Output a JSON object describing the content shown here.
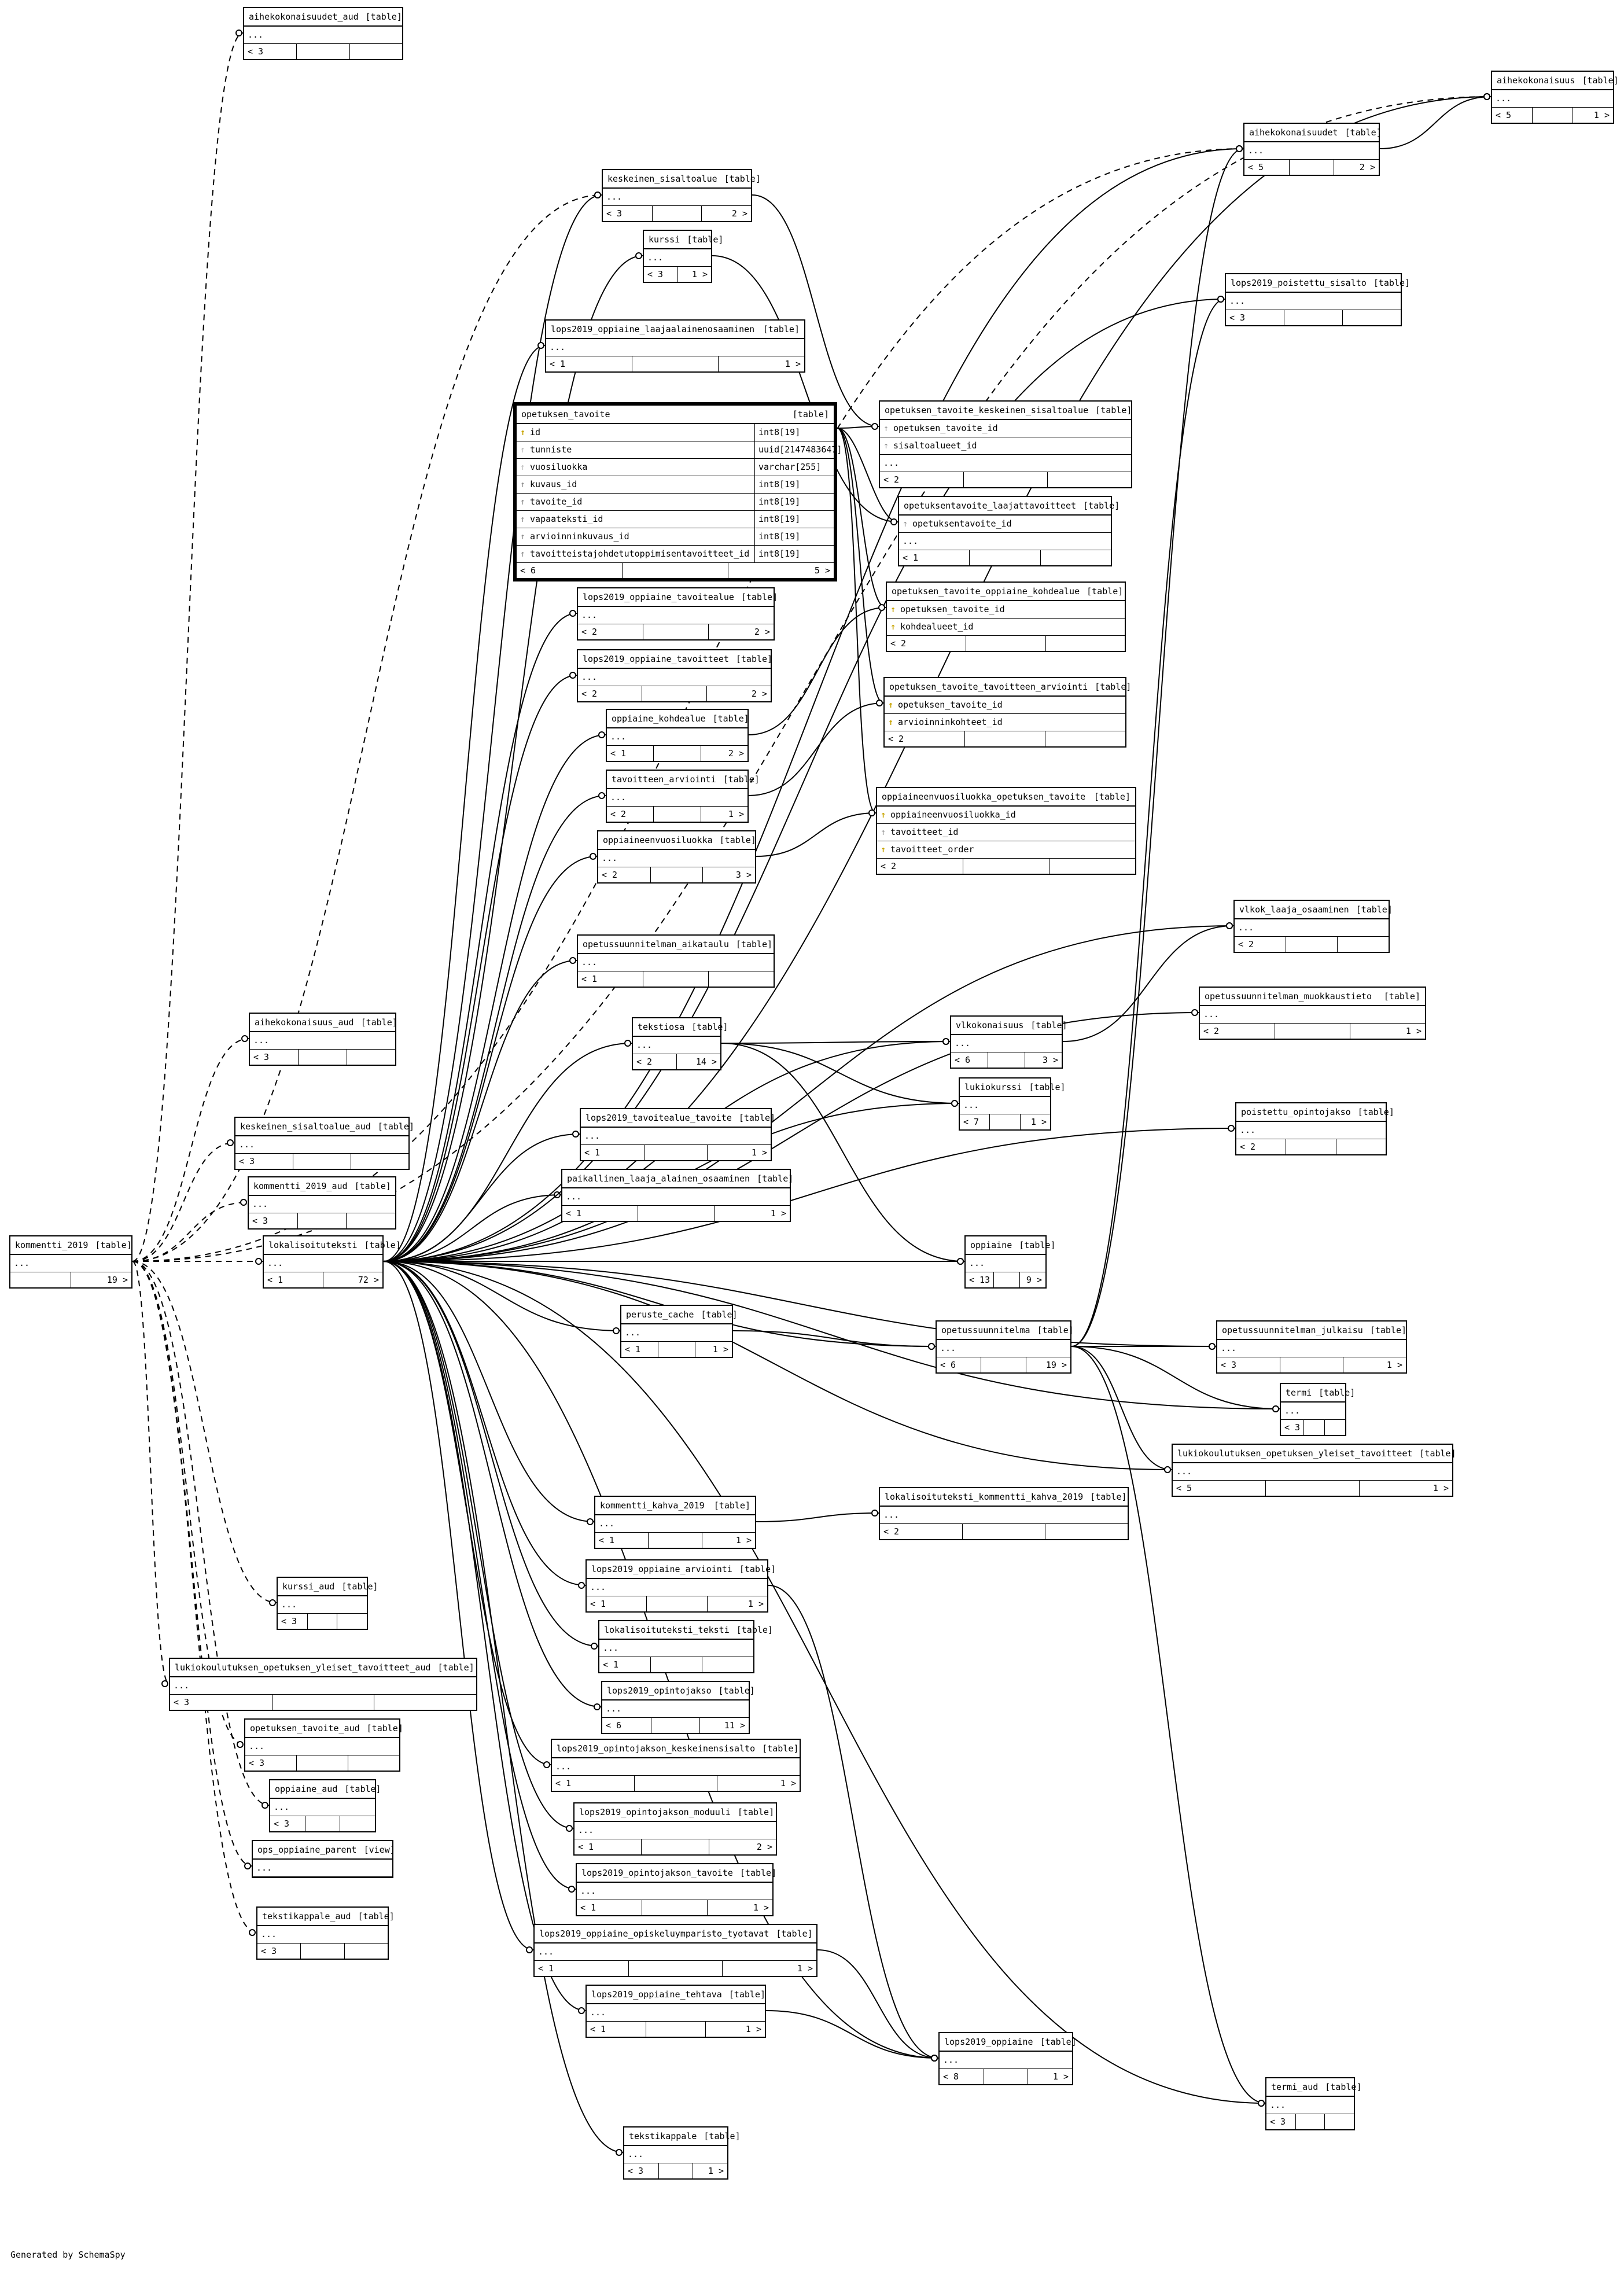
{
  "footer": "Generated by SchemaSpy",
  "kind_label": "[table]",
  "focus_table": {
    "name": "opetuksen_tavoite",
    "kind": "[table]",
    "columns": [
      {
        "name": "id",
        "type": "int8[19]",
        "key": "pk"
      },
      {
        "name": "tunniste",
        "type": "uuid[2147483647]",
        "key": "none"
      },
      {
        "name": "vuosiluokka",
        "type": "varchar[255]",
        "key": "none"
      },
      {
        "name": "kuvaus_id",
        "type": "int8[19]",
        "key": "fk"
      },
      {
        "name": "tavoite_id",
        "type": "int8[19]",
        "key": "fk"
      },
      {
        "name": "vapaateksti_id",
        "type": "int8[19]",
        "key": "fk"
      },
      {
        "name": "arvioinninkuvaus_id",
        "type": "int8[19]",
        "key": "fk"
      },
      {
        "name": "tavoitteistajohdetutoppimisentavoitteet_id",
        "type": "int8[19]",
        "key": "fk"
      }
    ],
    "footer": [
      "< 6",
      "",
      "5 >"
    ]
  },
  "tables": [
    {
      "id": "t_aihe_aud",
      "name": "aihekokonaisuudet_aud",
      "kind": "[table]",
      "rows": [
        "..."
      ],
      "footer": [
        "< 3",
        "",
        ""
      ]
    },
    {
      "id": "t_aihekok",
      "name": "aihekokonaisuus",
      "kind": "[table]",
      "rows": [
        "..."
      ],
      "footer": [
        "< 5",
        "",
        "1 >"
      ]
    },
    {
      "id": "t_aihekokt",
      "name": "aihekokonaisuudet",
      "kind": "[table]",
      "rows": [
        "..."
      ],
      "footer": [
        "< 5",
        "",
        "2 >"
      ]
    },
    {
      "id": "t_kesk",
      "name": "keskeinen_sisaltoalue",
      "kind": "[table]",
      "rows": [
        "..."
      ],
      "footer": [
        "< 3",
        "",
        "2 >"
      ]
    },
    {
      "id": "t_kurssi",
      "name": "kurssi",
      "kind": "[table]",
      "rows": [
        "..."
      ],
      "footer": [
        "< 3",
        "1 >"
      ]
    },
    {
      "id": "t_lops_pois",
      "name": "lops2019_poistettu_sisalto",
      "kind": "[table]",
      "rows": [
        "..."
      ],
      "footer": [
        "< 3",
        "",
        ""
      ]
    },
    {
      "id": "t_lops_laaja",
      "name": "lops2019_oppiaine_laajaalainenosaaminen",
      "kind": "[table]",
      "rows": [
        "..."
      ],
      "footer": [
        "< 1",
        "",
        "1 >"
      ]
    },
    {
      "id": "t_ot_kesk",
      "name": "opetuksen_tavoite_keskeinen_sisaltoalue",
      "kind": "[table]",
      "fields": [
        {
          "name": "opetuksen_tavoite_id",
          "type": "",
          "key": "fk"
        },
        {
          "name": "sisaltoalueet_id",
          "type": "",
          "key": "fk"
        }
      ],
      "rows": [
        "..."
      ],
      "footer": [
        "< 2",
        "",
        ""
      ]
    },
    {
      "id": "t_ot_laaja",
      "name": "opetuksentavoite_laajattavoitteet",
      "kind": "[table]",
      "fields": [
        {
          "name": "opetuksentavoite_id",
          "type": "",
          "key": "fk"
        }
      ],
      "rows": [
        "..."
      ],
      "footer": [
        "< 1",
        "",
        ""
      ]
    },
    {
      "id": "t_ot_kohde",
      "name": "opetuksen_tavoite_oppiaine_kohdealue",
      "kind": "[table]",
      "fields": [
        {
          "name": "opetuksen_tavoite_id",
          "type": "",
          "key": "pk"
        },
        {
          "name": "kohdealueet_id",
          "type": "",
          "key": "pk"
        }
      ],
      "rows": [],
      "footer": [
        "< 2",
        "",
        ""
      ]
    },
    {
      "id": "t_ot_arv",
      "name": "opetuksen_tavoite_tavoitteen_arviointi",
      "kind": "[table]",
      "fields": [
        {
          "name": "opetuksen_tavoite_id",
          "type": "",
          "key": "pk"
        },
        {
          "name": "arvioinninkohteet_id",
          "type": "",
          "key": "pk"
        }
      ],
      "rows": [],
      "footer": [
        "< 2",
        "",
        ""
      ]
    },
    {
      "id": "t_ovl_ot",
      "name": "oppiaineenvuosiluokka_opetuksen_tavoite",
      "kind": "[table]",
      "fields": [
        {
          "name": "oppiaineenvuosiluokka_id",
          "type": "",
          "key": "pk"
        },
        {
          "name": "tavoitteet_id",
          "type": "",
          "key": "fk"
        },
        {
          "name": "tavoitteet_order",
          "type": "",
          "key": "pk"
        }
      ],
      "rows": [],
      "footer": [
        "< 2",
        "",
        ""
      ]
    },
    {
      "id": "t_lops_tav_alue",
      "name": "lops2019_oppiaine_tavoitealue",
      "kind": "[table]",
      "rows": [
        "..."
      ],
      "footer": [
        "< 2",
        "",
        "2 >"
      ]
    },
    {
      "id": "t_lops_tav",
      "name": "lops2019_oppiaine_tavoitteet",
      "kind": "[table]",
      "rows": [
        "..."
      ],
      "footer": [
        "< 2",
        "",
        "2 >"
      ]
    },
    {
      "id": "t_opp_kohde",
      "name": "oppiaine_kohdealue",
      "kind": "[table]",
      "rows": [
        "..."
      ],
      "footer": [
        "< 1",
        "",
        "2 >"
      ]
    },
    {
      "id": "t_tav_arv",
      "name": "tavoitteen_arviointi",
      "kind": "[table]",
      "rows": [
        "..."
      ],
      "footer": [
        "< 2",
        "",
        "1 >"
      ]
    },
    {
      "id": "t_ovl",
      "name": "oppiaineenvuosiluokka",
      "kind": "[table]",
      "rows": [
        "..."
      ],
      "footer": [
        "< 2",
        "",
        "3 >"
      ]
    },
    {
      "id": "t_vlk_laaja",
      "name": "vlkok_laaja_osaaminen",
      "kind": "[table]",
      "rows": [
        "..."
      ],
      "footer": [
        "< 2",
        "",
        ""
      ]
    },
    {
      "id": "t_ops_aika",
      "name": "opetussuunnitelman_aikataulu",
      "kind": "[table]",
      "rows": [
        "..."
      ],
      "footer": [
        "< 1",
        "",
        ""
      ]
    },
    {
      "id": "t_ops_muok",
      "name": "opetussuunnitelman_muokkaustieto",
      "kind": "[table]",
      "rows": [
        "..."
      ],
      "footer": [
        "< 2",
        "",
        "1 >"
      ]
    },
    {
      "id": "t_aihe_aud2",
      "name": "aihekokonaisuus_aud",
      "kind": "[table]",
      "rows": [
        "..."
      ],
      "footer": [
        "< 3",
        "",
        ""
      ]
    },
    {
      "id": "t_teksti",
      "name": "tekstiosa",
      "kind": "[table]",
      "rows": [
        "..."
      ],
      "footer": [
        "< 2",
        "14 >"
      ]
    },
    {
      "id": "t_vlk",
      "name": "vlkokonaisuus",
      "kind": "[table]",
      "rows": [
        "..."
      ],
      "footer": [
        "< 6",
        "",
        "3 >"
      ]
    },
    {
      "id": "t_lukik",
      "name": "lukiokurssi",
      "kind": "[table]",
      "rows": [
        "..."
      ],
      "footer": [
        "< 7",
        "",
        "1 >"
      ]
    },
    {
      "id": "t_pois_oj",
      "name": "poistettu_opintojakso",
      "kind": "[table]",
      "rows": [
        "..."
      ],
      "footer": [
        "< 2",
        "",
        ""
      ]
    },
    {
      "id": "t_kesk_aud",
      "name": "keskeinen_sisaltoalue_aud",
      "kind": "[table]",
      "rows": [
        "..."
      ],
      "footer": [
        "< 3",
        "",
        ""
      ]
    },
    {
      "id": "t_lops_tav_tav",
      "name": "lops2019_tavoitealue_tavoite",
      "kind": "[table]",
      "rows": [
        "..."
      ],
      "footer": [
        "< 1",
        "",
        "1 >"
      ]
    },
    {
      "id": "t_komm_aud",
      "name": "kommentti_2019_aud",
      "kind": "[table]",
      "rows": [
        "..."
      ],
      "footer": [
        "< 3",
        "",
        ""
      ]
    },
    {
      "id": "t_paik",
      "name": "paikallinen_laaja_alainen_osaaminen",
      "kind": "[table]",
      "rows": [
        "..."
      ],
      "footer": [
        "< 1",
        "",
        "1 >"
      ]
    },
    {
      "id": "t_komm",
      "name": "kommentti_2019",
      "kind": "[table]",
      "rows": [
        "..."
      ],
      "footer": [
        "",
        "19 >"
      ]
    },
    {
      "id": "t_lok",
      "name": "lokalisoituteksti",
      "kind": "[table]",
      "rows": [
        "..."
      ],
      "footer": [
        "< 1",
        "72 >"
      ]
    },
    {
      "id": "t_oppiaine",
      "name": "oppiaine",
      "kind": "[table]",
      "rows": [
        "..."
      ],
      "footer": [
        "< 13",
        "",
        "9 >"
      ]
    },
    {
      "id": "t_peruste",
      "name": "peruste_cache",
      "kind": "[table]",
      "rows": [
        "..."
      ],
      "footer": [
        "< 1",
        "",
        "1 >"
      ]
    },
    {
      "id": "t_ops",
      "name": "opetussuunnitelma",
      "kind": "[table]",
      "rows": [
        "..."
      ],
      "footer": [
        "< 6",
        "",
        "19 >"
      ]
    },
    {
      "id": "t_ops_julk",
      "name": "opetussuunnitelman_julkaisu",
      "kind": "[table]",
      "rows": [
        "..."
      ],
      "footer": [
        "< 3",
        "",
        "1 >"
      ]
    },
    {
      "id": "t_termi",
      "name": "termi",
      "kind": "[table]",
      "rows": [
        "..."
      ],
      "footer": [
        "< 3",
        "",
        ""
      ]
    },
    {
      "id": "t_luk_yl",
      "name": "lukiokoulutuksen_opetuksen_yleiset_tavoitteet",
      "kind": "[table]",
      "rows": [
        "..."
      ],
      "footer": [
        "< 5",
        "",
        "1 >"
      ]
    },
    {
      "id": "t_komm_kahva",
      "name": "kommentti_kahva_2019",
      "kind": "[table]",
      "rows": [
        "..."
      ],
      "footer": [
        "< 1",
        "",
        "1 >"
      ]
    },
    {
      "id": "t_lok_komm",
      "name": "lokalisoituteksti_kommentti_kahva_2019",
      "kind": "[table]",
      "rows": [
        "..."
      ],
      "footer": [
        "< 2",
        "",
        ""
      ]
    },
    {
      "id": "t_lops_arv",
      "name": "lops2019_oppiaine_arviointi",
      "kind": "[table]",
      "rows": [
        "..."
      ],
      "footer": [
        "< 1",
        "",
        "1 >"
      ]
    },
    {
      "id": "t_kurssi_aud",
      "name": "kurssi_aud",
      "kind": "[table]",
      "rows": [
        "..."
      ],
      "footer": [
        "< 3",
        "",
        ""
      ]
    },
    {
      "id": "t_lok_teksti",
      "name": "lokalisoituteksti_teksti",
      "kind": "[table]",
      "rows": [
        "..."
      ],
      "footer": [
        "< 1",
        "",
        ""
      ]
    },
    {
      "id": "t_luk_yl_aud",
      "name": "lukiokoulutuksen_opetuksen_yleiset_tavoitteet_aud",
      "kind": "[table]",
      "rows": [
        "..."
      ],
      "footer": [
        "< 3",
        "",
        ""
      ]
    },
    {
      "id": "t_lops_oj",
      "name": "lops2019_opintojakso",
      "kind": "[table]",
      "rows": [
        "..."
      ],
      "footer": [
        "< 6",
        "",
        "11 >"
      ]
    },
    {
      "id": "t_ot_aud",
      "name": "opetuksen_tavoite_aud",
      "kind": "[table]",
      "rows": [
        "..."
      ],
      "footer": [
        "< 3",
        "",
        ""
      ]
    },
    {
      "id": "t_lops_oj_kesk",
      "name": "lops2019_opintojakson_keskeinensisalto",
      "kind": "[table]",
      "rows": [
        "..."
      ],
      "footer": [
        "< 1",
        "",
        "1 >"
      ]
    },
    {
      "id": "t_opp_aud",
      "name": "oppiaine_aud",
      "kind": "[table]",
      "rows": [
        "..."
      ],
      "footer": [
        "< 3",
        "",
        ""
      ]
    },
    {
      "id": "t_lops_oj_mod",
      "name": "lops2019_opintojakson_moduuli",
      "kind": "[table]",
      "rows": [
        "..."
      ],
      "footer": [
        "< 1",
        "",
        "2 >"
      ]
    },
    {
      "id": "t_ops_parent",
      "name": "ops_oppiaine_parent",
      "kind": "[view]",
      "rows": [
        "..."
      ],
      "footer": []
    },
    {
      "id": "t_lops_oj_tav",
      "name": "lops2019_opintojakson_tavoite",
      "kind": "[table]",
      "rows": [
        "..."
      ],
      "footer": [
        "< 1",
        "",
        "1 >"
      ]
    },
    {
      "id": "t_teksti_aud",
      "name": "tekstikappale_aud",
      "kind": "[table]",
      "rows": [
        "..."
      ],
      "footer": [
        "< 3",
        "",
        ""
      ]
    },
    {
      "id": "t_lops_opisk",
      "name": "lops2019_oppiaine_opiskeluymparisto_tyotavat",
      "kind": "[table]",
      "rows": [
        "..."
      ],
      "footer": [
        "< 1",
        "",
        "1 >"
      ]
    },
    {
      "id": "t_lops_teht",
      "name": "lops2019_oppiaine_tehtava",
      "kind": "[table]",
      "rows": [
        "..."
      ],
      "footer": [
        "< 1",
        "",
        "1 >"
      ]
    },
    {
      "id": "t_lops_opp",
      "name": "lops2019_oppiaine",
      "kind": "[table]",
      "rows": [
        "..."
      ],
      "footer": [
        "< 8",
        "",
        "1 >"
      ]
    },
    {
      "id": "t_termi_aud",
      "name": "termi_aud",
      "kind": "[table]",
      "rows": [
        "..."
      ],
      "footer": [
        "< 3",
        "",
        ""
      ]
    },
    {
      "id": "t_tekstikap",
      "name": "tekstikappale",
      "kind": "[table]",
      "rows": [
        "..."
      ],
      "footer": [
        "< 3",
        "",
        "1 >"
      ]
    }
  ]
}
